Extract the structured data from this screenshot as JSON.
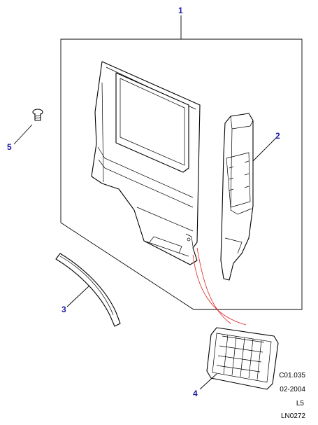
{
  "callouts": {
    "c1": "1",
    "c2": "2",
    "c3": "3",
    "c4": "4",
    "c5": "5"
  },
  "reference": {
    "code": "C01.035",
    "date": "02-2004",
    "level": "L5",
    "drawing": "LN0272"
  },
  "colors": {
    "callout": "#1a1aa6",
    "leader": "#000000",
    "highlight": "#e02020"
  }
}
